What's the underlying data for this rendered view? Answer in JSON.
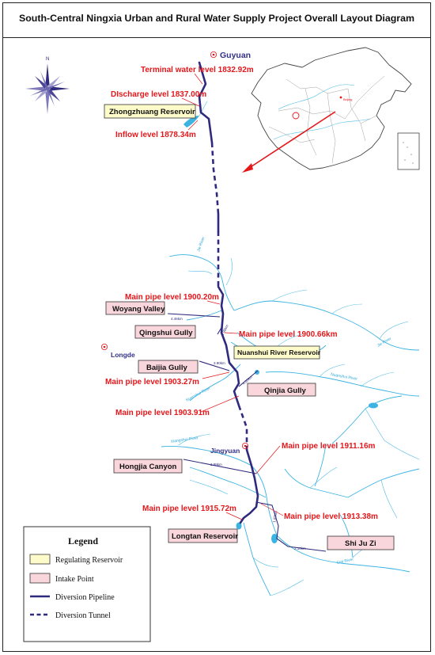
{
  "title": "South-Central Ningxia Urban and Rural Water Supply Project Overall Layout Diagram",
  "compass": {
    "north_label": "N"
  },
  "cities": {
    "guyuan": "Guyuan",
    "longde": "Longde",
    "jingyuan": "Jingyuan"
  },
  "level_labels": {
    "terminal": "Terminal water level 1832.92m",
    "discharge": "DIscharge level 1837.00m",
    "inflow": "Inflow level 1878.34m",
    "main_1900_20": "Main pipe level 1900.20m",
    "main_1900_66": "Main pipe level 1900.66km",
    "main_1903_27": "Main pipe level 1903.27m",
    "main_1903_91": "Main pipe level 1903.91m",
    "main_1911_16": "Main pipe level 1911.16m",
    "main_1915_72": "Main pipe level 1915.72m",
    "main_1913_38": "Main pipe level 1913.38m"
  },
  "reservoirs": {
    "zhongzhuang": "Zhongzhuang Reservoir",
    "nuanshui": "Nuanshui River Reservoir"
  },
  "intakes": {
    "woyang": "Woyang Valley",
    "qingshui": "Qingshui Gully",
    "baijia": "Baijia Gully",
    "qinjia": "Qinjia Gully",
    "hongjia": "Hongjia Canyon",
    "longtan": "Longtan Reservoir",
    "shijuzi": "Shi Ju Zi"
  },
  "rivers": {
    "jie": "Jie River",
    "xiangshui": "Xiangshui River",
    "nuanshui_a": "Nuanshui River",
    "nuanshui_b": "Nuanshui River",
    "ceji": "Ceji River"
  },
  "distances": {
    "woyang": "4.46km",
    "qingshui": "1.98km",
    "baijia": "3.90km",
    "qinjia": "4.22km",
    "hongjia": "2.88km",
    "shijuzi": "2.10km",
    "longtan": "1.82km"
  },
  "inset": {
    "capital": "Beijing"
  },
  "colors": {
    "pipeline": "#2f2a7d",
    "level_text": "#e4171b",
    "river": "#3cb3e3",
    "reservoir_fill": "#fdfbc9",
    "intake_fill": "#f9d5dc"
  },
  "legend": {
    "title": "Legend",
    "items": [
      {
        "label": "Regulating Reservoir",
        "symbol": "yellow-box"
      },
      {
        "label": "Intake Point",
        "symbol": "pink-box"
      },
      {
        "label": "Diversion Pipeline",
        "symbol": "solid-line"
      },
      {
        "label": "Diversion Tunnel",
        "symbol": "dashed-line"
      }
    ]
  }
}
